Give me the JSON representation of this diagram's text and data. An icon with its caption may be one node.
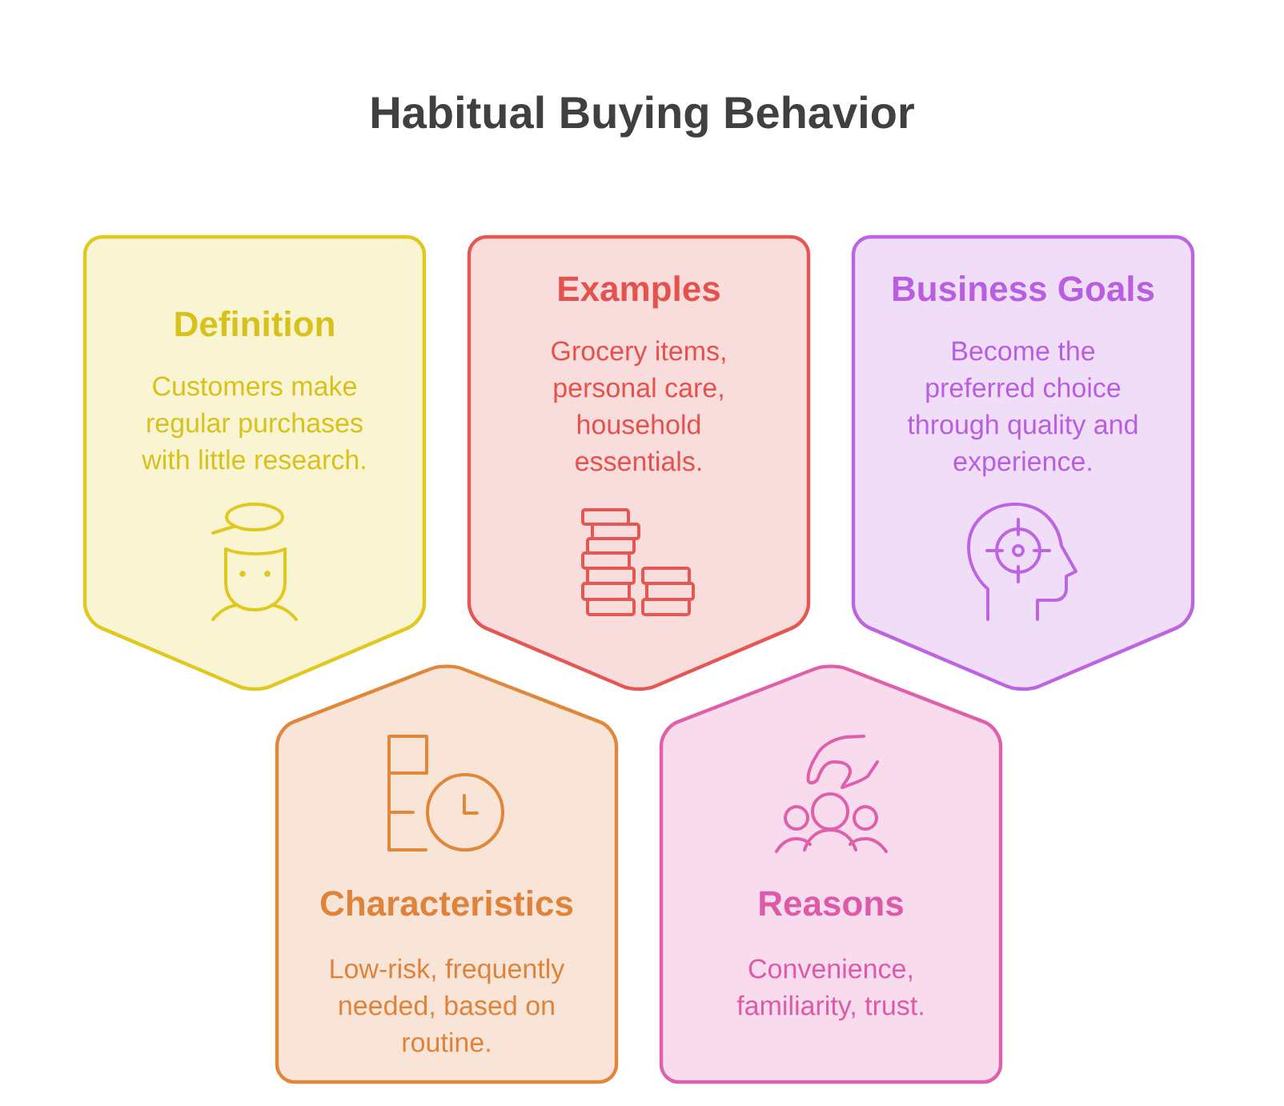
{
  "diagram": {
    "title": "Habitual Buying Behavior",
    "nodes": [
      {
        "text": [
          "Definition",
          "Customers make regular purchases with little research."
        ]
      },
      {
        "text": [
          "Examples",
          "Grocery items, personal care, household essentials."
        ]
      },
      {
        "text": [
          "Business Goals",
          "Become the preferred choice through quality and experience."
        ]
      },
      {
        "text": [
          "Characteristics",
          "Low-risk, frequently needed, based on routine."
        ]
      },
      {
        "text": [
          "Reasons",
          "Convenience, familiarity, trust."
        ]
      }
    ]
  }
}
